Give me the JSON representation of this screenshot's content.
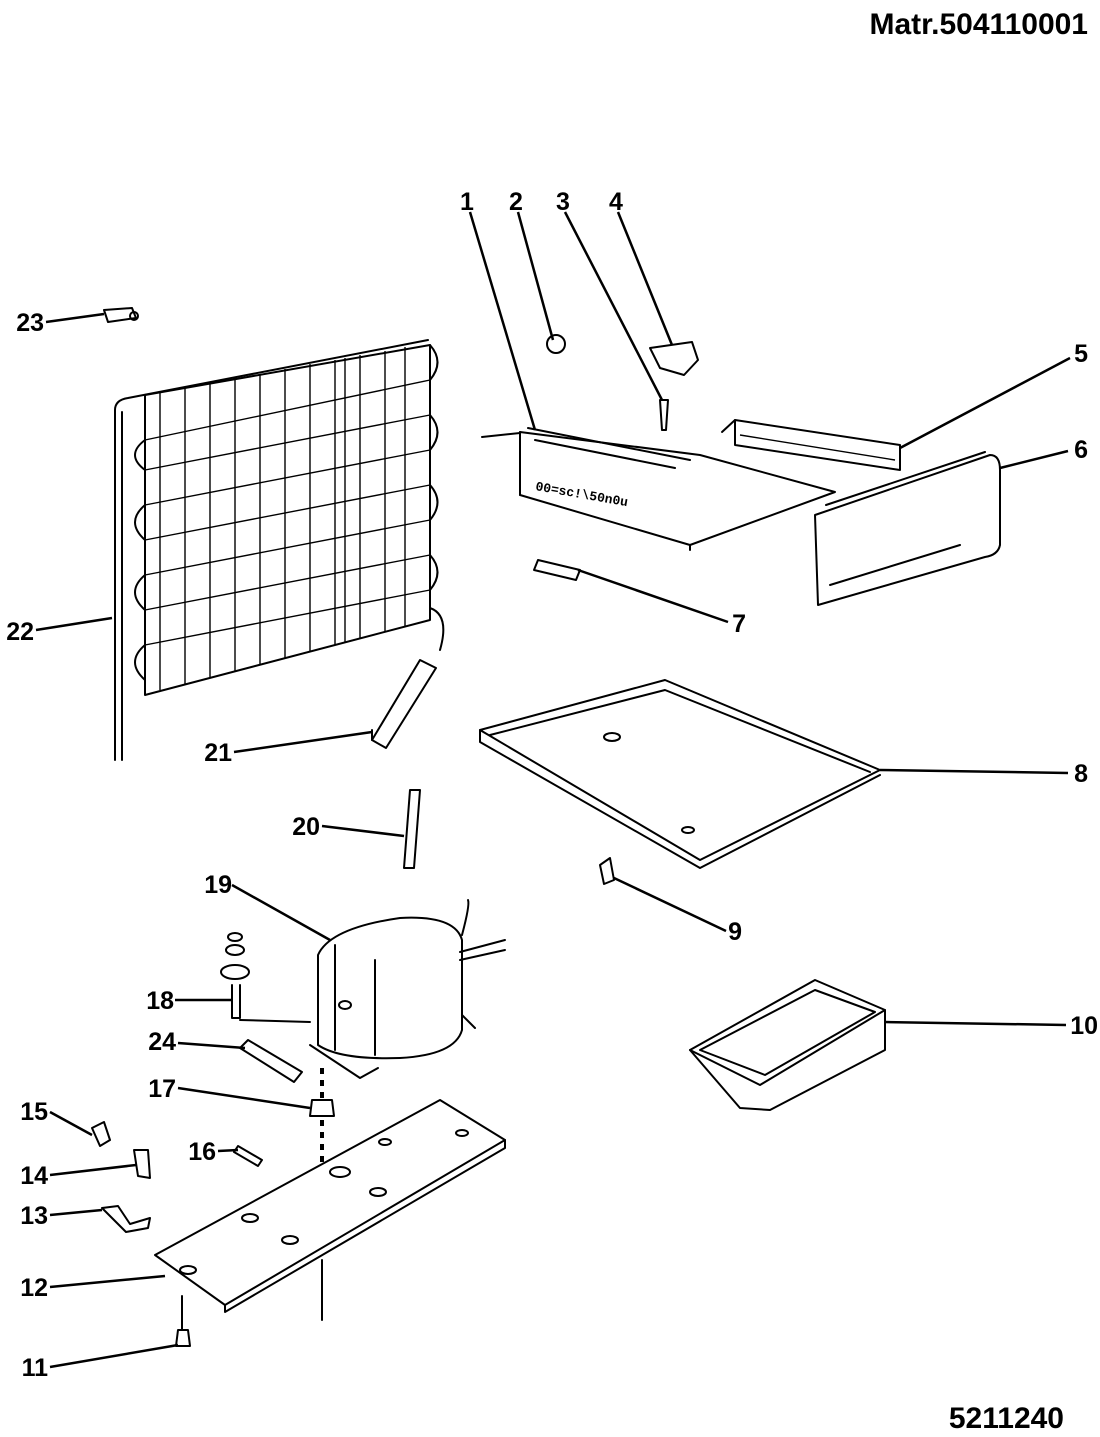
{
  "header": {
    "material_code": "Matr.504110001"
  },
  "footer": {
    "drawing_number": "5211240"
  },
  "callouts": [
    "1",
    "2",
    "3",
    "4",
    "5",
    "6",
    "7",
    "8",
    "9",
    "10",
    "11",
    "12",
    "13",
    "14",
    "15",
    "16",
    "17",
    "18",
    "19",
    "20",
    "21",
    "22",
    "23",
    "24"
  ],
  "tray_label": "00=sc!\\50n0u"
}
